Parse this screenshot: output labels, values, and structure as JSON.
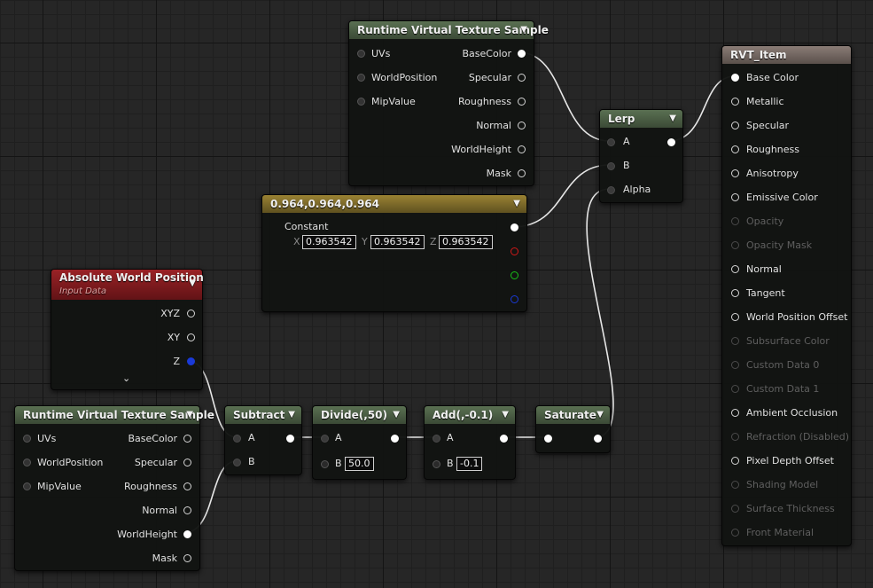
{
  "rvt_top": {
    "title": "Runtime Virtual Texture Sample",
    "inputs": [
      "UVs",
      "WorldPosition",
      "MipValue"
    ],
    "outputs": [
      "BaseColor",
      "Specular",
      "Roughness",
      "Normal",
      "WorldHeight",
      "Mask"
    ]
  },
  "lerp": {
    "title": "Lerp",
    "inputs": [
      "A",
      "B",
      "Alpha"
    ]
  },
  "constant": {
    "title": "0.964,0.964,0.964",
    "label": "Constant",
    "x_axis": "X",
    "x_value": "0.963542",
    "y_axis": "Y",
    "y_value": "0.963542",
    "z_axis": "Z",
    "z_value": "0.963542"
  },
  "awp": {
    "title": "Absolute World Position",
    "subtitle": "Input Data",
    "outputs": [
      "XYZ",
      "XY",
      "Z"
    ]
  },
  "rvt_bottom": {
    "title": "Runtime Virtual Texture Sample",
    "inputs": [
      "UVs",
      "WorldPosition",
      "MipValue"
    ],
    "outputs": [
      "BaseColor",
      "Specular",
      "Roughness",
      "Normal",
      "WorldHeight",
      "Mask"
    ]
  },
  "subtract": {
    "title": "Subtract",
    "inputs": [
      "A",
      "B"
    ]
  },
  "divide": {
    "title": "Divide(,50)",
    "inputs": [
      "A",
      "B"
    ],
    "b_value": "50.0"
  },
  "add": {
    "title": "Add(,-0.1)",
    "inputs": [
      "A",
      "B"
    ],
    "b_value": "-0.1"
  },
  "saturate": {
    "title": "Saturate"
  },
  "rvt_item": {
    "title": "RVT_Item",
    "inputs": [
      "Base Color",
      "Metallic",
      "Specular",
      "Roughness",
      "Anisotropy",
      "Emissive Color",
      "Opacity",
      "Opacity Mask",
      "Normal",
      "Tangent",
      "World Position Offset",
      "Subsurface Color",
      "Custom Data 0",
      "Custom Data 1",
      "Ambient Occlusion",
      "Refraction (Disabled)",
      "Pixel Depth Offset",
      "Shading Model",
      "Surface Thickness",
      "Front Material"
    ]
  },
  "colors": {
    "wire": "#e8e8e8",
    "pin_red": "#d01818",
    "pin_green": "#18c018",
    "pin_blue": "#1a3ad8"
  }
}
